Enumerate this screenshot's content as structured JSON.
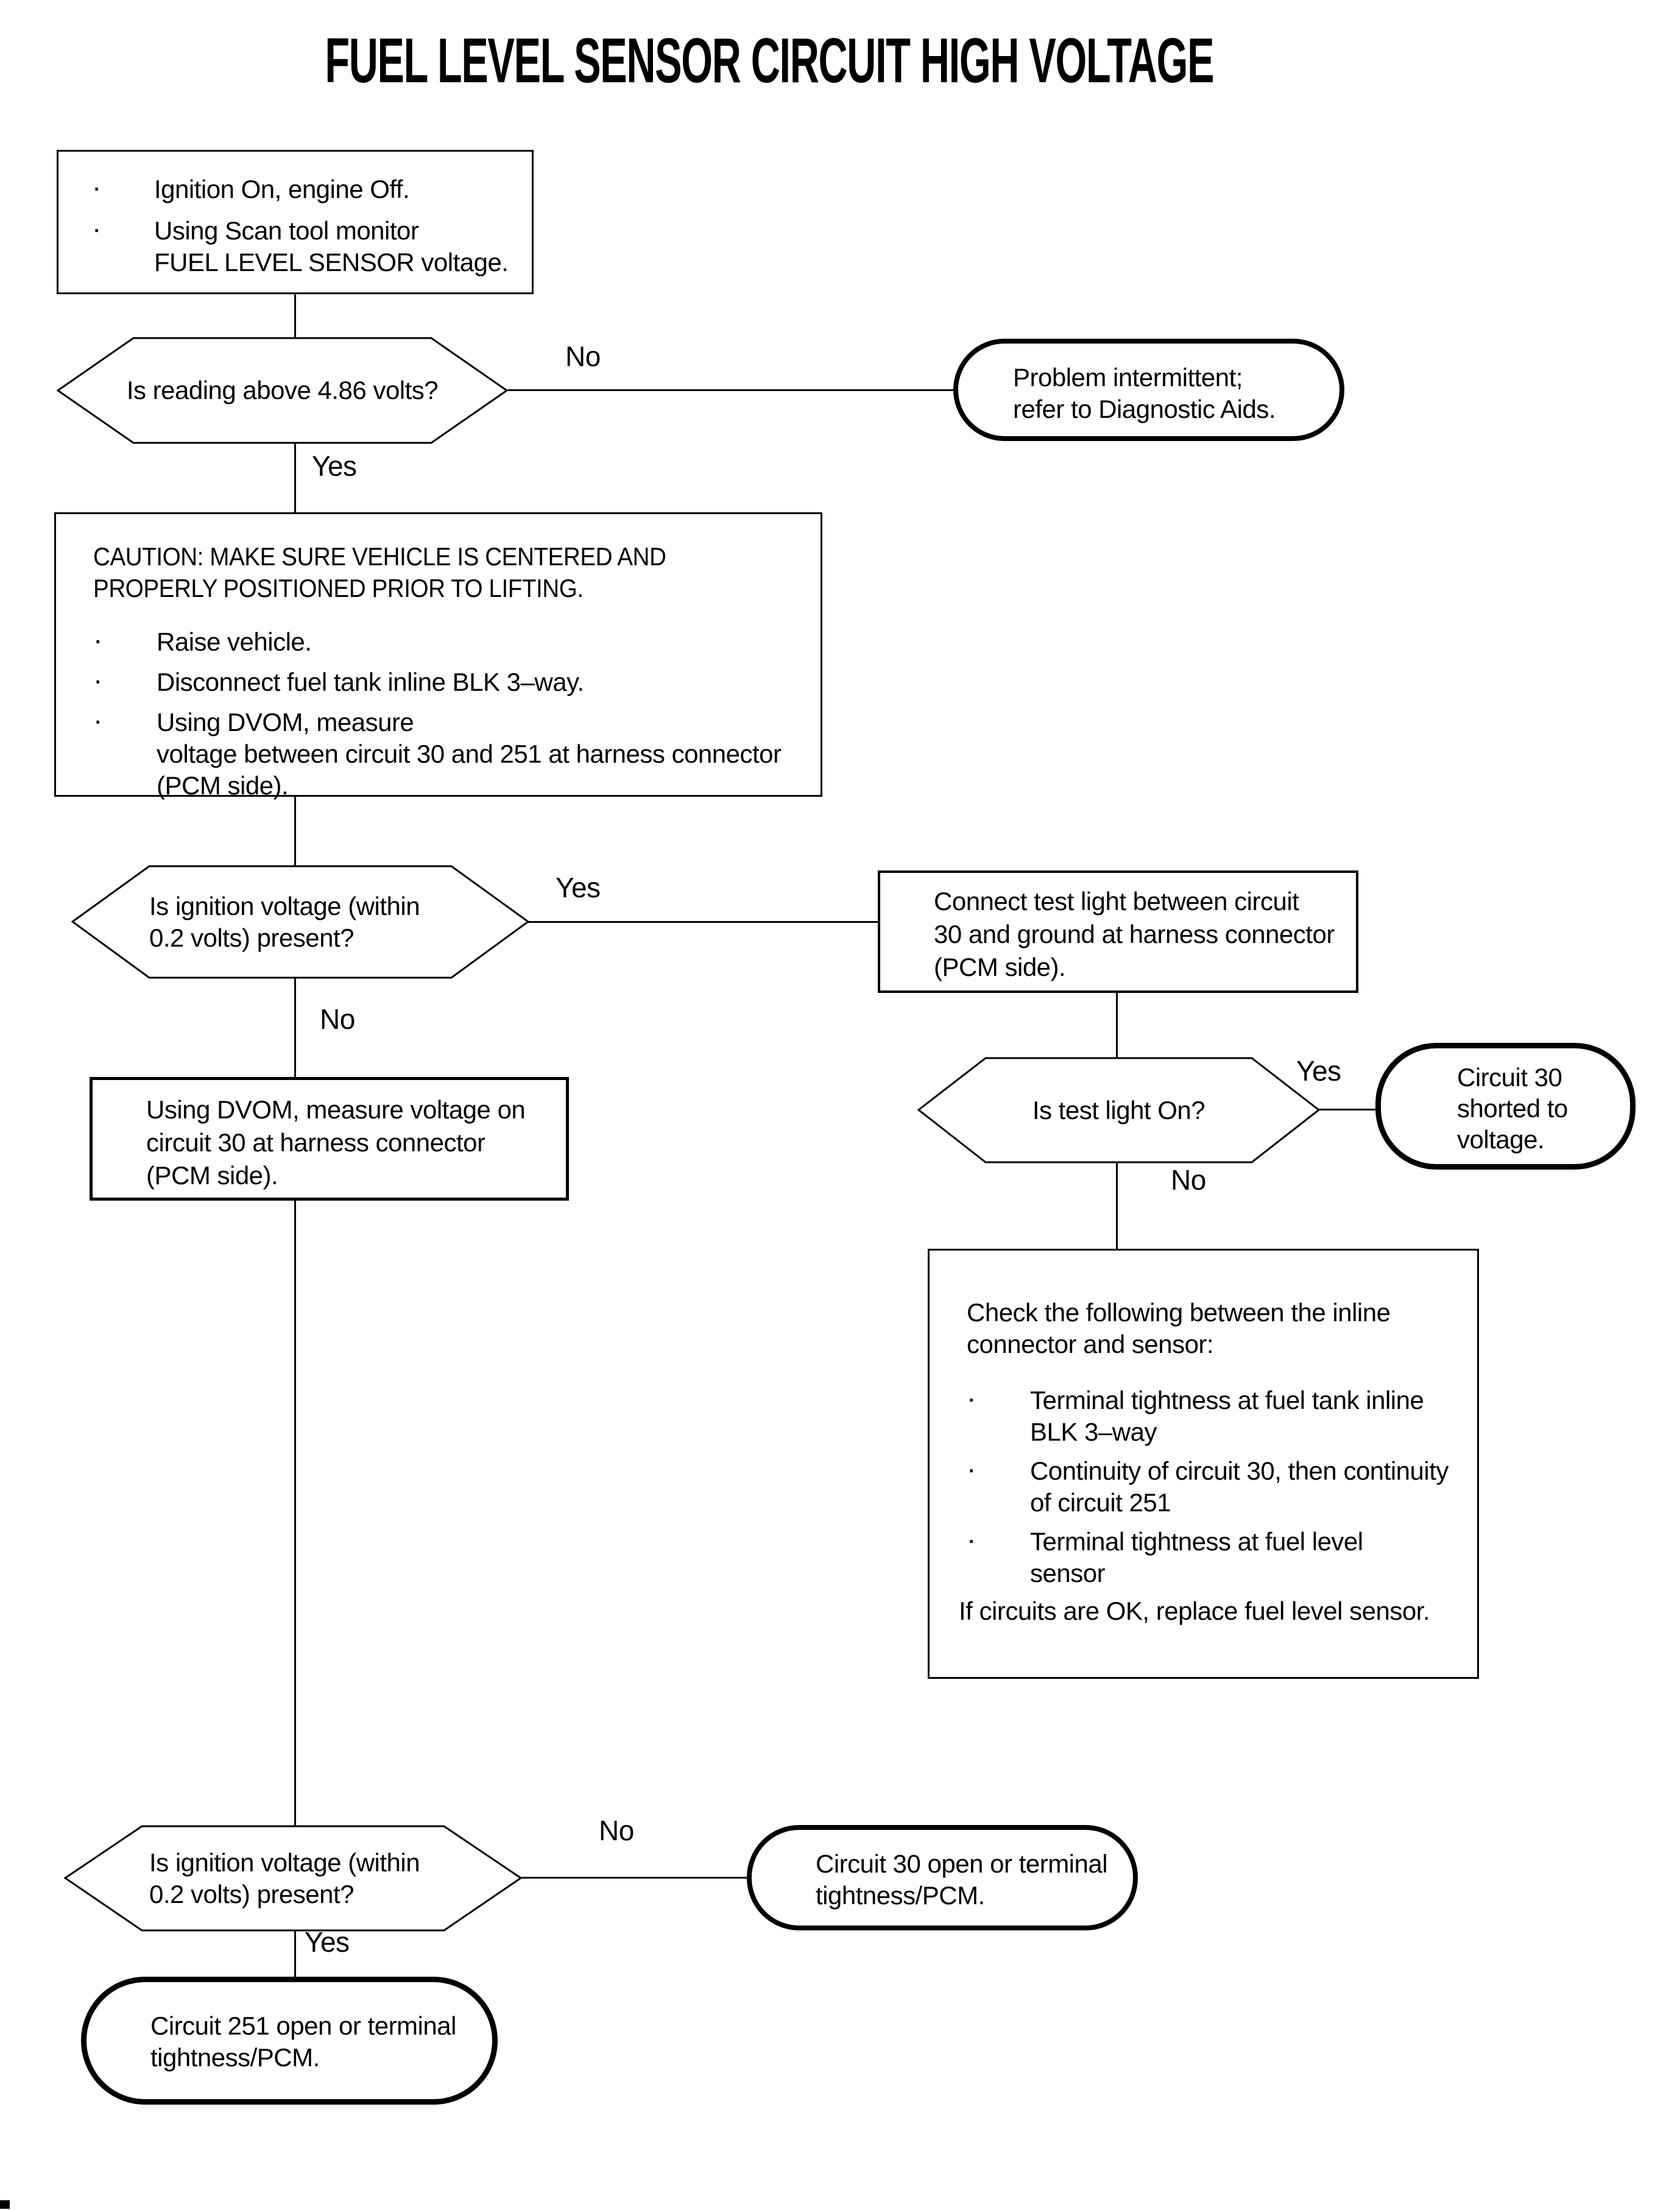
{
  "title": "FUEL LEVEL SENSOR CIRCUIT HIGH VOLTAGE",
  "bullet_char": "·",
  "nodes": {
    "start": {
      "bullets": [
        {
          "lines": [
            "Ignition On, engine Off."
          ]
        },
        {
          "lines": [
            "Using Scan tool monitor",
            "FUEL LEVEL SENSOR voltage."
          ]
        }
      ]
    },
    "q_reading": {
      "question": "Is reading above 4.86 volts?"
    },
    "t_intermittent": {
      "lines": [
        "Problem intermittent;",
        "refer to Diagnostic Aids."
      ]
    },
    "caution": {
      "heading": [
        "CAUTION: MAKE SURE VEHICLE IS CENTERED AND",
        "PROPERLY POSITIONED PRIOR TO LIFTING."
      ],
      "bullets": [
        {
          "lines": [
            "Raise vehicle."
          ]
        },
        {
          "lines": [
            "Disconnect fuel tank inline BLK 3–way."
          ]
        },
        {
          "lines": [
            "Using DVOM, measure",
            "voltage between circuit 30 and 251 at harness connector",
            "(PCM side)."
          ]
        }
      ]
    },
    "q_ignition1": {
      "lines": [
        "Is ignition voltage (within",
        "0.2 volts) present?"
      ]
    },
    "connect_light": {
      "lines": [
        "Connect test light between circuit",
        "30 and ground at harness connector",
        "(PCM side)."
      ]
    },
    "measure_dvom": {
      "lines": [
        "Using DVOM, measure voltage on",
        "circuit 30 at harness connector",
        "(PCM side)."
      ]
    },
    "q_testlight": {
      "question": "Is test light On?"
    },
    "t_shorted": {
      "lines": [
        "Circuit 30",
        "shorted to",
        "voltage."
      ]
    },
    "check": {
      "heading": [
        "Check the following between the inline",
        "connector and sensor:"
      ],
      "bullets": [
        {
          "lines": [
            "Terminal tightness at fuel tank inline",
            "BLK 3–way"
          ]
        },
        {
          "lines": [
            "Continuity of circuit 30, then continuity",
            "of circuit 251"
          ]
        },
        {
          "lines": [
            "Terminal tightness at fuel level",
            "sensor"
          ]
        }
      ],
      "footer": "If circuits are OK, replace fuel level sensor."
    },
    "q_ignition2": {
      "lines": [
        "Is ignition voltage (within",
        "0.2 volts) present?"
      ]
    },
    "t_c30_open": {
      "lines": [
        "Circuit 30 open or terminal",
        "tightness/PCM."
      ]
    },
    "t_c251_open": {
      "lines": [
        "Circuit 251 open or terminal",
        "tightness/PCM."
      ]
    }
  },
  "edge_labels": {
    "reading_no": "No",
    "reading_yes": "Yes",
    "ignition1_yes": "Yes",
    "ignition1_no": "No",
    "testlight_yes": "Yes",
    "testlight_no": "No",
    "ignition2_no": "No",
    "ignition2_yes": "Yes"
  }
}
